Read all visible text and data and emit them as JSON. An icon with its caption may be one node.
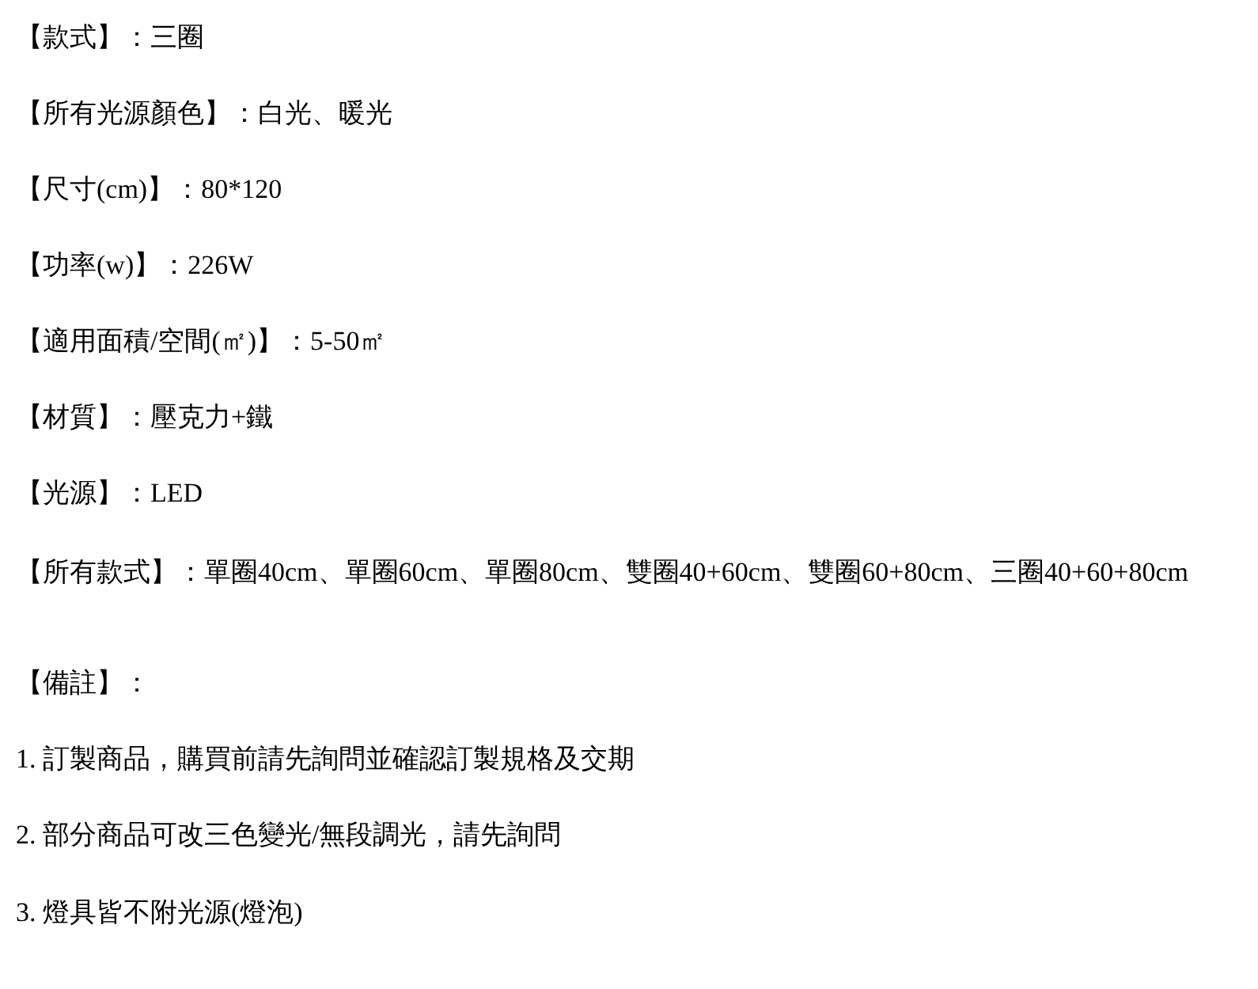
{
  "diagram": {
    "labels": [
      "【款式】：三圈",
      "【所有光源顏色】：白光、暖光",
      "【尺寸(cm)】：80*120",
      "【功率(w)】：226W",
      "【適用面積/空間(㎡)】：5-50㎡",
      "【材質】：壓克力+鐵",
      "【光源】：LED",
      "【所有款式】：單圈40cm、單圈60cm、單圈80cm、雙圈40+60cm、雙圈60+80cm、三圈40+60+80cm",
      "【備註】：",
      "1. 訂製商品，購買前請先詢問並確認訂製規格及交期",
      "2. 部分商品可改三色變光/無段調光，請先詢問",
      "3. 燈具皆不附光源(燈泡)"
    ]
  }
}
